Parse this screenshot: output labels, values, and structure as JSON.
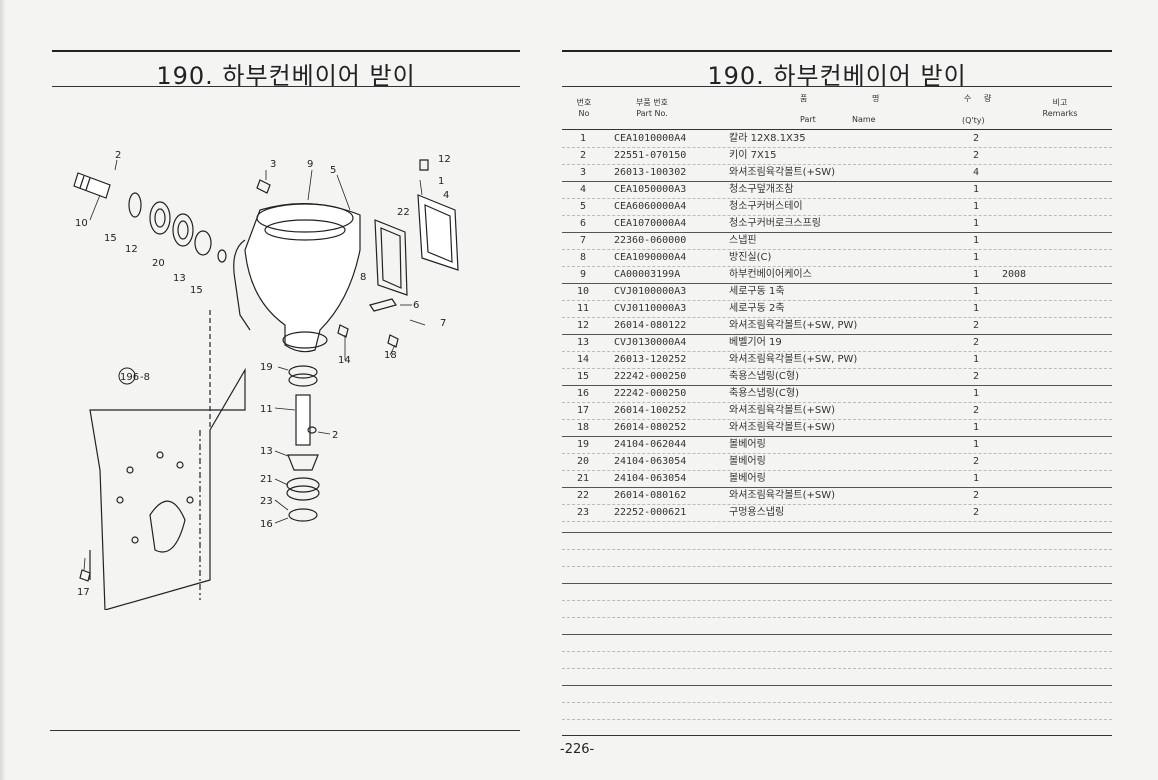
{
  "left_title": "190. 하부컨베이어 받이",
  "right_title": "190. 하부컨베이어 받이",
  "table_header": {
    "no_kr": "번호",
    "no_en": "No",
    "part_kr": "부품 번호",
    "part_en": "Part  No.",
    "name_kr_1": "품",
    "name_kr_2": "명",
    "name_en_part": "Part",
    "name_en_name": "Name",
    "qty_kr_1": "수",
    "qty_kr_2": "량",
    "qty_en": "(Q'ty)",
    "remarks_kr": "비고",
    "remarks_en": "Remarks"
  },
  "parts": [
    {
      "no": "1",
      "part": "CEA1010000A4",
      "name": "칼라 12X8.1X35",
      "qty": "2",
      "remarks": ""
    },
    {
      "no": "2",
      "part": "22551-070150",
      "name": "키이 7X15",
      "qty": "2",
      "remarks": ""
    },
    {
      "no": "3",
      "part": "26013-100302",
      "name": "와셔조림육각볼트(+SW)",
      "qty": "4",
      "remarks": ""
    },
    {
      "no": "4",
      "part": "CEA1050000A3",
      "name": "청소구덮개조참",
      "qty": "1",
      "remarks": ""
    },
    {
      "no": "5",
      "part": "CEA6060000A4",
      "name": "청소구커버스테이",
      "qty": "1",
      "remarks": ""
    },
    {
      "no": "6",
      "part": "CEA1070000A4",
      "name": "청소구커버로크스프링",
      "qty": "1",
      "remarks": ""
    },
    {
      "no": "7",
      "part": "22360-060000",
      "name": "스냅핀",
      "qty": "1",
      "remarks": ""
    },
    {
      "no": "8",
      "part": "CEA1090000A4",
      "name": "방진실(C)",
      "qty": "1",
      "remarks": ""
    },
    {
      "no": "9",
      "part": "CA00003199A",
      "name": "하부컨베이어케이스",
      "qty": "1",
      "remarks": "2008"
    },
    {
      "no": "10",
      "part": "CVJ0100000A3",
      "name": "세로구동 1축",
      "qty": "1",
      "remarks": ""
    },
    {
      "no": "11",
      "part": "CVJ0110000A3",
      "name": "세로구동 2축",
      "qty": "1",
      "remarks": ""
    },
    {
      "no": "12",
      "part": "26014-080122",
      "name": "와셔조림육각볼트(+SW, PW)",
      "qty": "2",
      "remarks": ""
    },
    {
      "no": "13",
      "part": "CVJ0130000A4",
      "name": "베벨기어 19",
      "qty": "2",
      "remarks": ""
    },
    {
      "no": "14",
      "part": "26013-120252",
      "name": "와셔조림육각볼트(+SW, PW)",
      "qty": "1",
      "remarks": ""
    },
    {
      "no": "15",
      "part": "22242-000250",
      "name": "축용스냅링(C형)",
      "qty": "2",
      "remarks": ""
    },
    {
      "no": "16",
      "part": "22242-000250",
      "name": "축용스냅링(C형)",
      "qty": "1",
      "remarks": ""
    },
    {
      "no": "17",
      "part": "26014-100252",
      "name": "와셔조림육각볼트(+SW)",
      "qty": "2",
      "remarks": ""
    },
    {
      "no": "18",
      "part": "26014-080252",
      "name": "와셔조림육각볼트(+SW)",
      "qty": "1",
      "remarks": ""
    },
    {
      "no": "19",
      "part": "24104-062044",
      "name": "볼베어링",
      "qty": "1",
      "remarks": ""
    },
    {
      "no": "20",
      "part": "24104-063054",
      "name": "볼베어링",
      "qty": "2",
      "remarks": ""
    },
    {
      "no": "21",
      "part": "24104-063054",
      "name": "볼베어링",
      "qty": "1",
      "remarks": ""
    },
    {
      "no": "22",
      "part": "26014-080162",
      "name": "와셔조림육각볼트(+SW)",
      "qty": "2",
      "remarks": ""
    },
    {
      "no": "23",
      "part": "22252-000621",
      "name": "구멍용스냅링",
      "qty": "2",
      "remarks": ""
    }
  ],
  "diagram_callouts": [
    "1",
    "2",
    "3",
    "4",
    "5",
    "6",
    "7",
    "8",
    "9",
    "10",
    "11",
    "12",
    "13",
    "14",
    "15",
    "16",
    "17",
    "18",
    "19",
    "20",
    "21",
    "22",
    "23"
  ],
  "diagram_ref_number": "196",
  "diagram_ref_suffix": "-8",
  "page_number": "-226-"
}
